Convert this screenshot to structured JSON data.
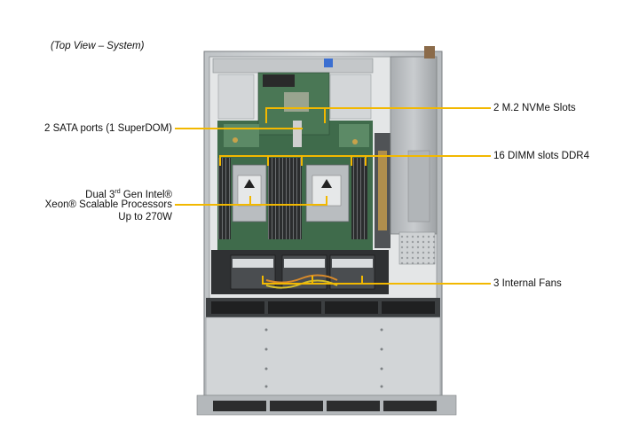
{
  "view_title": "(Top View – System)",
  "callouts": {
    "m2": "2 M.2 NVMe Slots",
    "sata": "2 SATA ports (1 SuperDOM)",
    "dimm": "16 DIMM slots DDR4",
    "cpu_line1_a": "Dual 3",
    "cpu_line1_sup": "rd",
    "cpu_line1_b": " Gen Intel®",
    "cpu_line2": "Xeon® Scalable Processors",
    "cpu_line3": "Up to 270W",
    "fans": "3 Internal  Fans"
  },
  "colors": {
    "callout_line": "#f2b800"
  }
}
